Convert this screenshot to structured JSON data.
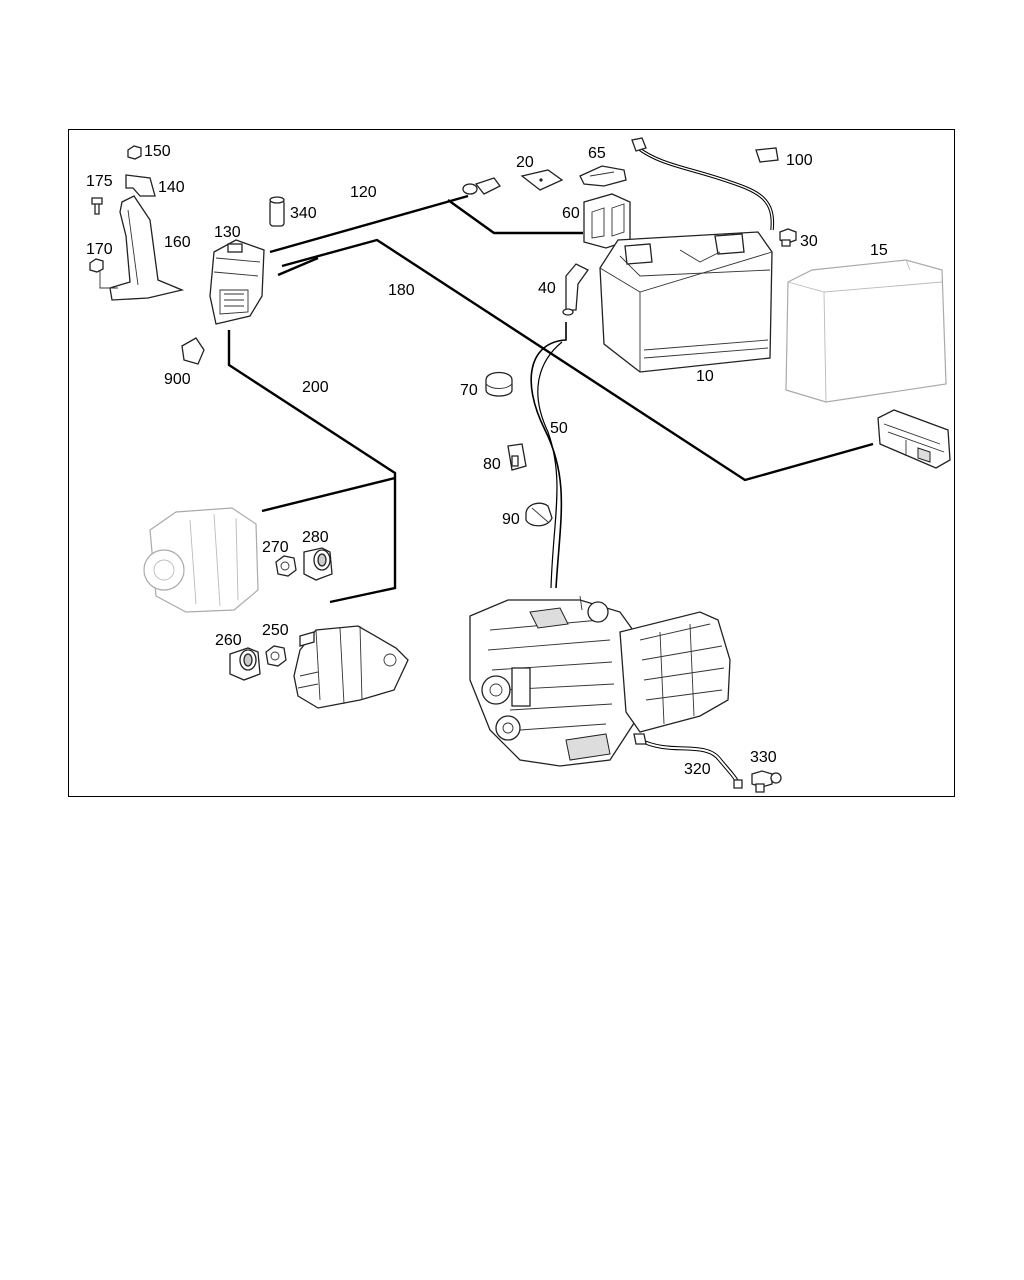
{
  "callouts": [
    {
      "id": "p150",
      "text": "150"
    },
    {
      "id": "p175",
      "text": "175"
    },
    {
      "id": "p140",
      "text": "140"
    },
    {
      "id": "p170",
      "text": "170"
    },
    {
      "id": "p160",
      "text": "160"
    },
    {
      "id": "p340",
      "text": "340"
    },
    {
      "id": "p130",
      "text": "130"
    },
    {
      "id": "p120",
      "text": "120"
    },
    {
      "id": "p20",
      "text": "20"
    },
    {
      "id": "p65",
      "text": "65"
    },
    {
      "id": "p60",
      "text": "60"
    },
    {
      "id": "p100",
      "text": "100"
    },
    {
      "id": "p30",
      "text": "30"
    },
    {
      "id": "p15",
      "text": "15"
    },
    {
      "id": "p180",
      "text": "180"
    },
    {
      "id": "p40",
      "text": "40"
    },
    {
      "id": "p10",
      "text": "10"
    },
    {
      "id": "p900",
      "text": "900"
    },
    {
      "id": "p200",
      "text": "200"
    },
    {
      "id": "p70",
      "text": "70"
    },
    {
      "id": "p50",
      "text": "50"
    },
    {
      "id": "p80",
      "text": "80"
    },
    {
      "id": "p90",
      "text": "90"
    },
    {
      "id": "p270",
      "text": "270"
    },
    {
      "id": "p280",
      "text": "280"
    },
    {
      "id": "p260",
      "text": "260"
    },
    {
      "id": "p250",
      "text": "250"
    },
    {
      "id": "p330",
      "text": "330"
    },
    {
      "id": "p320",
      "text": "320"
    }
  ]
}
